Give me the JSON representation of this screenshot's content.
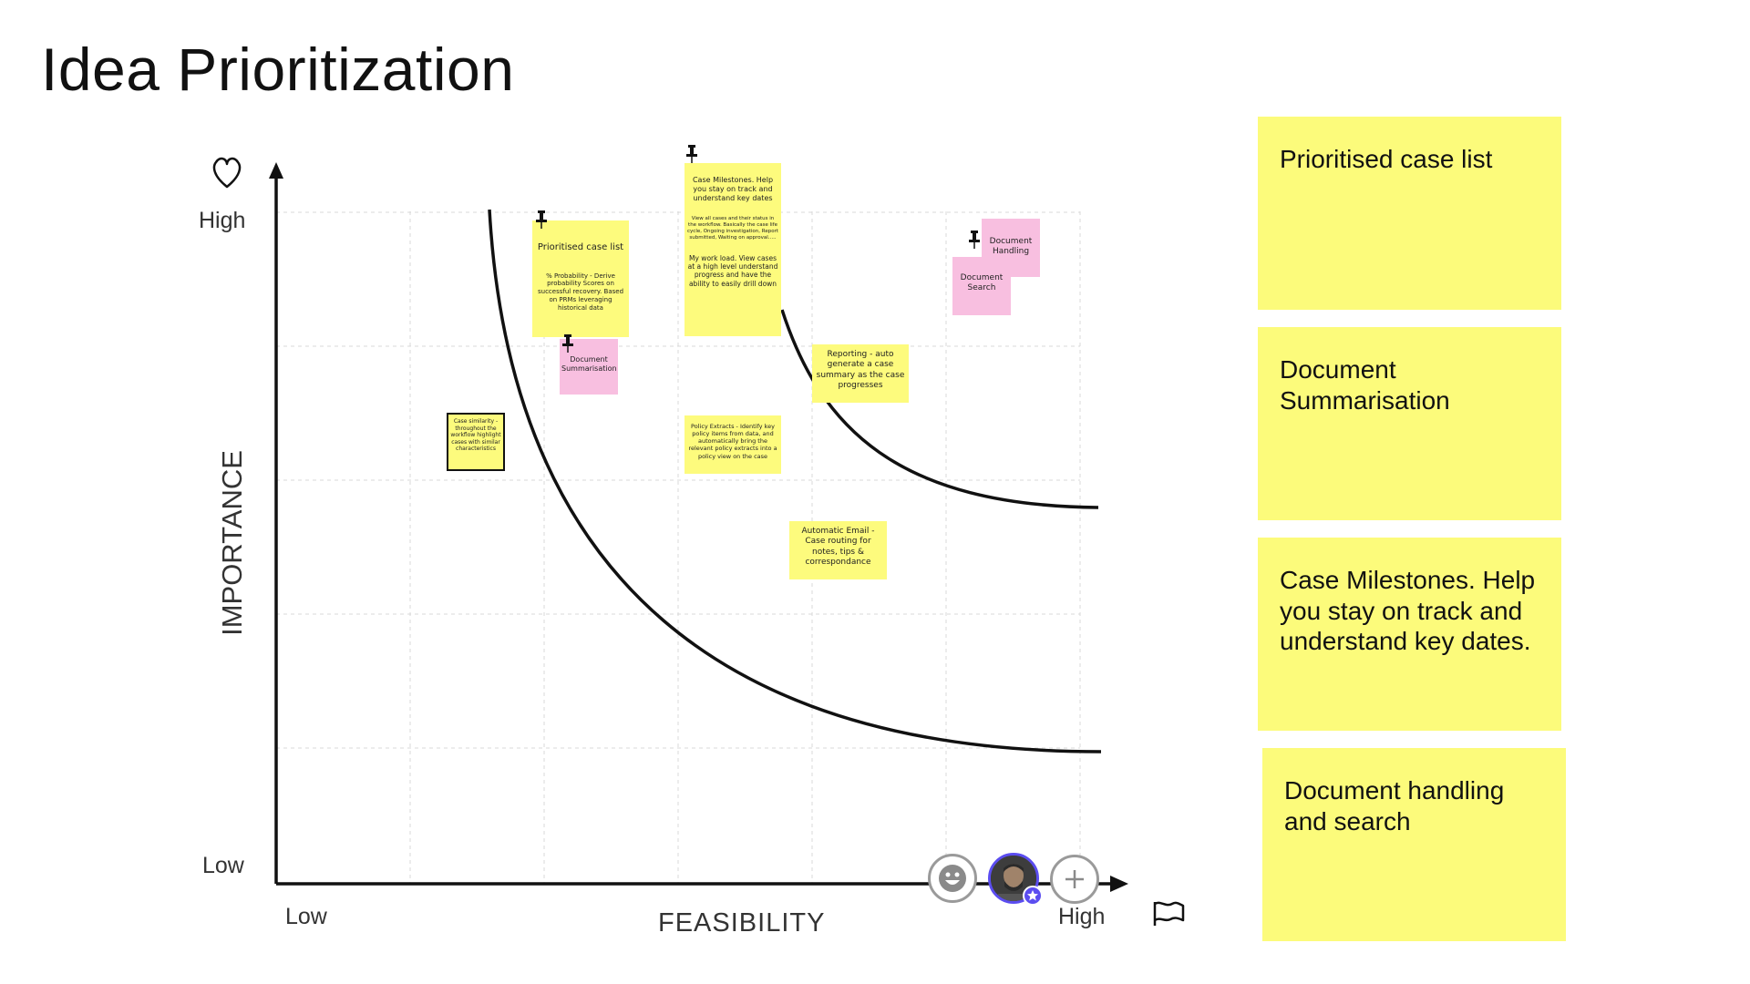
{
  "title": "Idea Prioritization",
  "matrix": {
    "y_axis": {
      "label": "IMPORTANCE",
      "high": "High",
      "low": "Low",
      "icon": "heart-icon"
    },
    "x_axis": {
      "label": "FEASIBILITY",
      "low": "Low",
      "high": "High",
      "icon": "flag-icon"
    }
  },
  "stickies": {
    "prioritised": {
      "title": "Prioritised case list",
      "body": "% Probability  - Derive probability Scores on successful recovery. Based on PRMs leveraging historical data"
    },
    "doc_summ": {
      "text": "Document Summarisation"
    },
    "milestones": {
      "title": "Case Milestones. Help you stay on track and understand key dates",
      "body": "View all cases and their status in the workflow. Basically the case life cycle, Ongoing investigation, Report submitted, Waiting on approval.....",
      "extra": "My work load.   View cases at a high level understand progress and have the ability to easily drill down"
    },
    "doc_handling": {
      "text": "Document Handling"
    },
    "doc_search": {
      "text": "Document Search"
    },
    "reporting": {
      "text": "Reporting - auto generate a case summary as the case progresses"
    },
    "case_similarity": {
      "text": "Case similarity - throughout the workflow highlight cases with similar characteristics"
    },
    "policy_extracts": {
      "text": "Policy Extracts - Identify key policy items  from data, and automatically bring the relevant policy extracts into a policy view on the case"
    },
    "auto_email": {
      "text": "Automatic Email - Case routing for notes, tips & correspondance"
    }
  },
  "side_notes": [
    {
      "text": "Prioritised case list"
    },
    {
      "text": "Document Summarisation"
    },
    {
      "text": "Case Milestones. Help you stay on track and understand key dates."
    },
    {
      "text": "Document handling and search"
    }
  ],
  "collab": {
    "emoji_icon": "smiley-icon",
    "avatar_badge_icon": "star-icon",
    "add_icon": "plus-icon"
  },
  "colors": {
    "sticky_yellow": "#fdfb7d",
    "sticky_pink": "#f8bfe0",
    "side_note": "#fcfb7b",
    "accent": "#5b4df0"
  }
}
